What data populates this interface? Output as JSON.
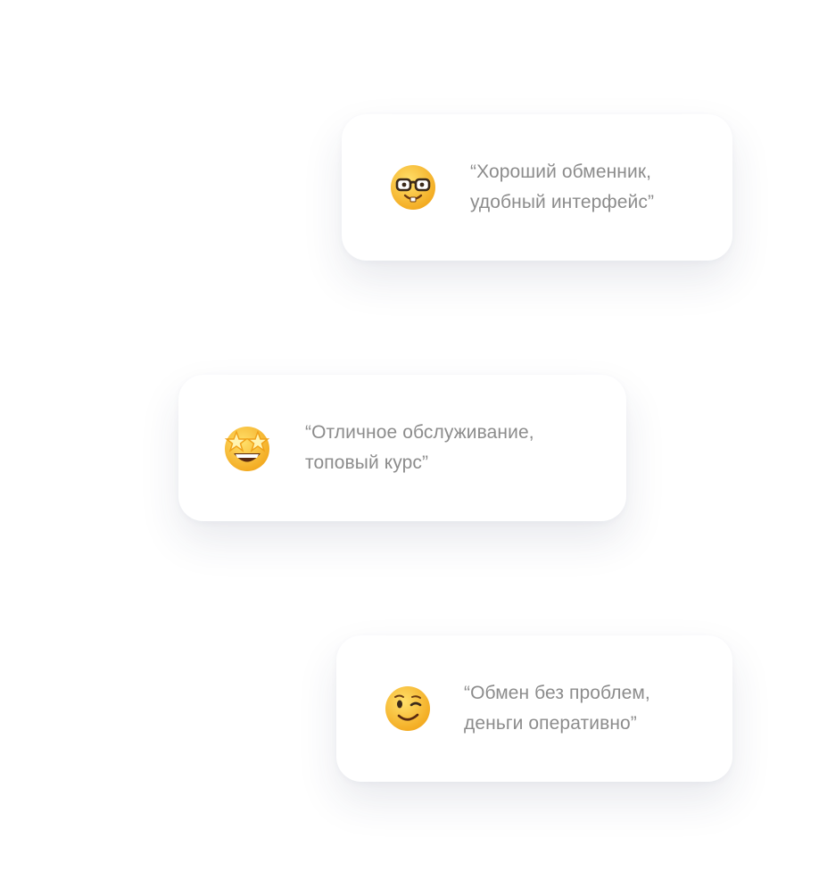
{
  "reviews": [
    {
      "emoji": "nerd-face-icon",
      "line1": "“Хороший обменник,",
      "line2": "удобный интерфейс”"
    },
    {
      "emoji": "star-struck-face-icon",
      "line1": "“Отличное обслуживание,",
      "line2": "топовый курс”"
    },
    {
      "emoji": "winking-face-icon",
      "line1": "“Обмен без проблем,",
      "line2": "деньги оперативно”"
    }
  ],
  "colors": {
    "text": "#8c8c8c",
    "card_background": "#ffffff",
    "emoji_yellow": "#f7c531",
    "emoji_outline": "#e29b13"
  }
}
